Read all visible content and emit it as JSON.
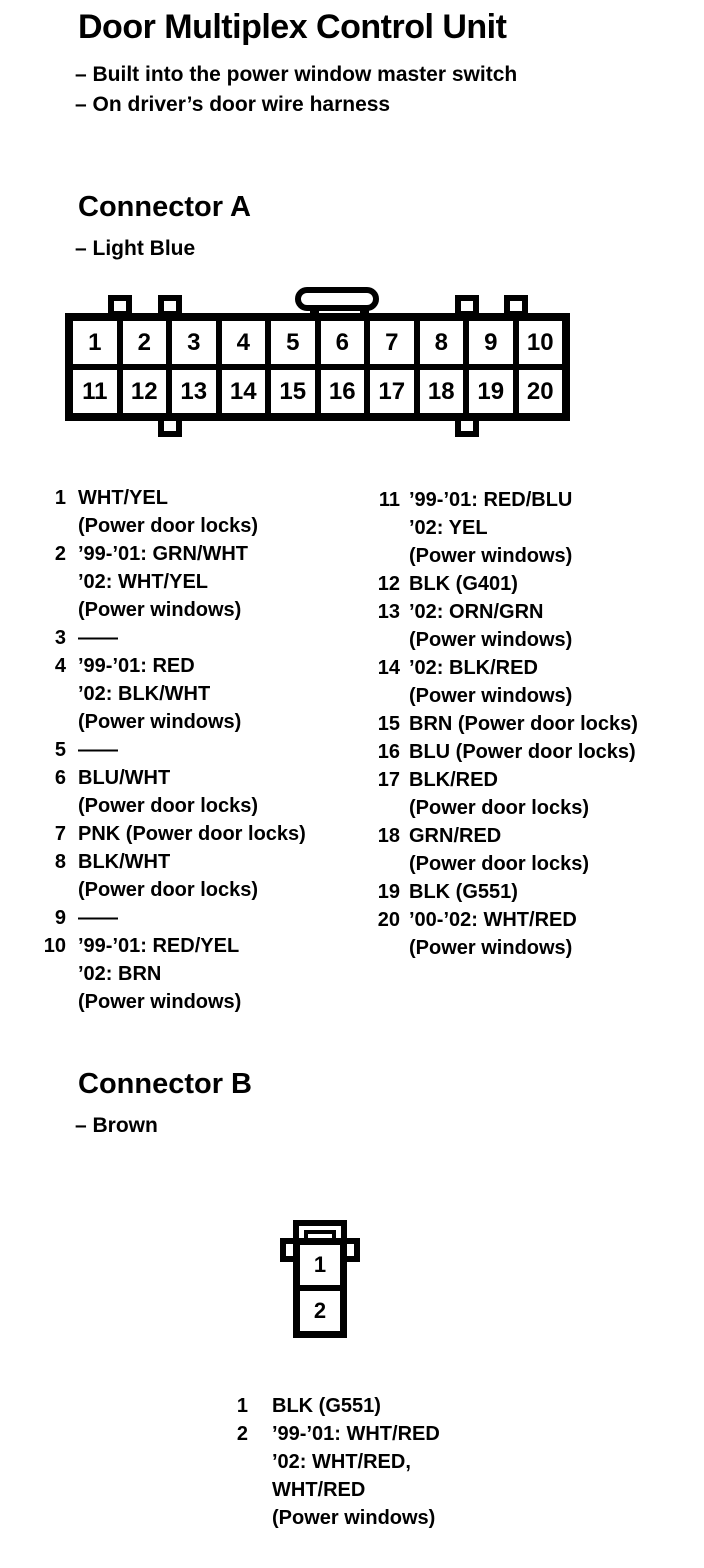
{
  "page": {
    "title": "Door Multiplex Control Unit",
    "notes": [
      "– Built into the power window master switch",
      "– On driver’s door wire harness"
    ]
  },
  "connector_a": {
    "heading": "Connector A",
    "color_note": "– Light Blue",
    "pins": [
      "1",
      "2",
      "3",
      "4",
      "5",
      "6",
      "7",
      "8",
      "9",
      "10",
      "11",
      "12",
      "13",
      "14",
      "15",
      "16",
      "17",
      "18",
      "19",
      "20"
    ],
    "list_left": [
      {
        "num": "1",
        "lines": [
          "WHT/YEL",
          "(Power door locks)"
        ]
      },
      {
        "num": "2",
        "lines": [
          "’99-’01: GRN/WHT",
          "’02: WHT/YEL",
          "(Power windows)"
        ]
      },
      {
        "num": "3",
        "lines": [
          "——"
        ]
      },
      {
        "num": "4",
        "lines": [
          "’99-’01: RED",
          "’02: BLK/WHT",
          "(Power windows)"
        ]
      },
      {
        "num": "5",
        "lines": [
          "——"
        ]
      },
      {
        "num": "6",
        "lines": [
          "BLU/WHT",
          "(Power door locks)"
        ]
      },
      {
        "num": "7",
        "lines": [
          "PNK (Power door locks)"
        ]
      },
      {
        "num": "8",
        "lines": [
          "BLK/WHT",
          "(Power door locks)"
        ]
      },
      {
        "num": "9",
        "lines": [
          "——"
        ]
      },
      {
        "num": "10",
        "lines": [
          "’99-’01: RED/YEL",
          "’02: BRN",
          "(Power windows)"
        ]
      }
    ],
    "list_right": [
      {
        "num": "11",
        "lines": [
          "’99-’01: RED/BLU",
          "’02: YEL",
          "(Power windows)"
        ]
      },
      {
        "num": "12",
        "lines": [
          "BLK (G401)"
        ]
      },
      {
        "num": "13",
        "lines": [
          "’02: ORN/GRN",
          "(Power windows)"
        ]
      },
      {
        "num": "14",
        "lines": [
          "’02: BLK/RED",
          "(Power windows)"
        ]
      },
      {
        "num": "15",
        "lines": [
          "BRN (Power door locks)"
        ]
      },
      {
        "num": "16",
        "lines": [
          "BLU (Power door locks)"
        ]
      },
      {
        "num": "17",
        "lines": [
          "BLK/RED",
          "(Power door locks)"
        ]
      },
      {
        "num": "18",
        "lines": [
          "GRN/RED",
          "(Power door locks)"
        ]
      },
      {
        "num": "19",
        "lines": [
          "BLK (G551)"
        ]
      },
      {
        "num": "20",
        "lines": [
          "’00-’02: WHT/RED",
          "(Power windows)"
        ]
      }
    ]
  },
  "connector_b": {
    "heading": "Connector B",
    "color_note": "– Brown",
    "pins": [
      "1",
      "2"
    ],
    "list": [
      {
        "num": "1",
        "lines": [
          "BLK (G551)"
        ]
      },
      {
        "num": "2",
        "lines": [
          "’99-’01: WHT/RED",
          "’02: WHT/RED,",
          "WHT/RED",
          "(Power windows)"
        ]
      }
    ]
  }
}
